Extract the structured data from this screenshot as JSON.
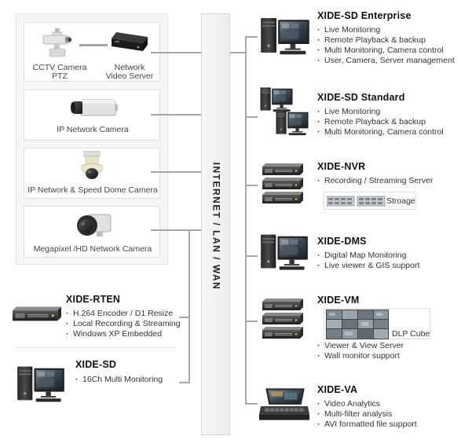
{
  "bus": {
    "label": "INTERNET / LAN / WAN"
  },
  "sources": {
    "cctv_label_1": "CCTV Camera",
    "cctv_label_2": "PTZ",
    "nvs_label_1": "Network",
    "nvs_label_2": "Video Server",
    "ip_camera": "IP Network Camera",
    "speed_dome": "IP Network & Speed Dome Camera",
    "megapixel": "Megapixel /HD Network Camera"
  },
  "left_products": [
    {
      "title": "XIDE-RTEN",
      "features": [
        "H.264 Encoder / D1 Resize",
        "Local Recording & Streaming",
        "Windows XP Embedded"
      ]
    },
    {
      "title": "XIDE-SD",
      "features": [
        "16Ch Multi Monitoring"
      ]
    }
  ],
  "products": [
    {
      "title": "XIDE-SD Enterprise",
      "features": [
        "Live Monitoring",
        "Remote Playback & backup",
        "Multi Monitoring, Camera control",
        "User, Camera, Server management"
      ]
    },
    {
      "title": "XIDE-SD Standard",
      "features": [
        "Live Monitoring",
        "Remote Playback & backup",
        "Multi Monitoring, Camera control"
      ]
    },
    {
      "title": "XIDE-NVR",
      "features": [
        "Recording / Streaming Server"
      ],
      "extra_label": "Stroage"
    },
    {
      "title": "XIDE-DMS",
      "features": [
        "Digital Map Monitoring",
        "Live viewer & GIS support"
      ]
    },
    {
      "title": "XIDE-VM",
      "features": [
        "Viewer  & View Server",
        "Wall monitor support"
      ],
      "extra_label": "DLP Cube"
    },
    {
      "title": "XIDE-VA",
      "features": [
        "Video Analytics",
        "Multi-filter analysis",
        "AVI formatted file support"
      ]
    }
  ],
  "icons": {
    "ptz_camera": "ptz-camera-icon",
    "video_server": "video-server-icon",
    "box_camera": "box-camera-icon",
    "dome_camera": "dome-camera-icon",
    "hd_camera": "hd-camera-icon",
    "workstation": "workstation-icon",
    "rack_server": "rack-server-icon",
    "storage": "storage-array-icon",
    "video_wall": "video-wall-icon",
    "console": "console-monitor-icon"
  }
}
